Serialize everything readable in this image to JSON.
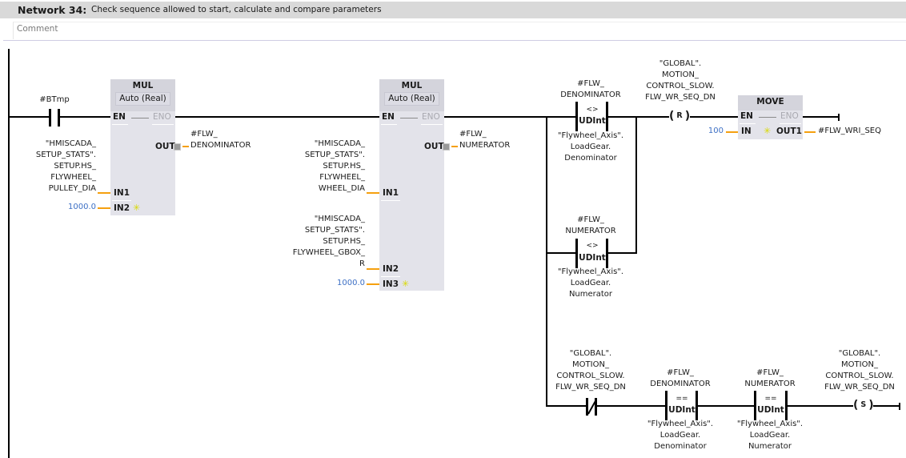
{
  "network": {
    "number_label": "Network 34:",
    "title": "Check sequence allowed to start, calculate and compare parameters",
    "comment_placeholder": "Comment"
  },
  "contact_btmp": {
    "operand": "#BTmp",
    "type": "normally-open"
  },
  "mul1": {
    "name": "MUL",
    "type": "Auto (Real)",
    "pins": {
      "en": "EN",
      "eno": "ENO",
      "out": "OUT",
      "in1": "IN1",
      "in2": "IN2"
    },
    "in1_operand": "\"HMISCADA_\nSETUP_STATS\".\nSETUP.HS_\nFLYWHEEL_\nPULLEY_DIA",
    "in2_value": "1000.0",
    "out_operand": "#FLW_\nDENOMINATOR"
  },
  "mul2": {
    "name": "MUL",
    "type": "Auto (Real)",
    "pins": {
      "en": "EN",
      "eno": "ENO",
      "out": "OUT",
      "in1": "IN1",
      "in2": "IN2",
      "in3": "IN3"
    },
    "in1_operand": "\"HMISCADA_\nSETUP_STATS\".\nSETUP.HS_\nFLYWHEEL_\nWHEEL_DIA",
    "in2_operand": "\"HMISCADA_\nSETUP_STATS\".\nSETUP.HS_\nFLYWHEEL_GBOX_\nR",
    "in3_value": "1000.0",
    "out_operand": "#FLW_\nNUMERATOR"
  },
  "cmp_ne_den": {
    "top_operand": "#FLW_\nDENOMINATOR",
    "operator": "<>",
    "datatype": "UDInt",
    "bottom_operand": "\"Flywheel_Axis\".\nLoadGear.\nDenominator"
  },
  "cmp_ne_num": {
    "top_operand": "#FLW_\nNUMERATOR",
    "operator": "<>",
    "datatype": "UDInt",
    "bottom_operand": "\"Flywheel_Axis\".\nLoadGear.\nNumerator"
  },
  "coil_reset": {
    "operand": "\"GLOBAL\".\nMOTION_\nCONTROL_SLOW.\nFLW_WR_SEQ_DN",
    "letter": "R"
  },
  "move": {
    "name": "MOVE",
    "pins": {
      "en": "EN",
      "eno": "ENO",
      "in": "IN",
      "out1": "OUT1"
    },
    "in_value": "100",
    "out1_operand": "#FLW_WRI_SEQ"
  },
  "contact_nc": {
    "operand": "\"GLOBAL\".\nMOTION_\nCONTROL_SLOW.\nFLW_WR_SEQ_DN",
    "type": "normally-closed"
  },
  "cmp_eq_den": {
    "top_operand": "#FLW_\nDENOMINATOR",
    "operator": "==",
    "datatype": "UDInt",
    "bottom_operand": "\"Flywheel_Axis\".\nLoadGear.\nDenominator"
  },
  "cmp_eq_num": {
    "top_operand": "#FLW_\nNUMERATOR",
    "operator": "==",
    "datatype": "UDInt",
    "bottom_operand": "\"Flywheel_Axis\".\nLoadGear.\nNumerator"
  },
  "coil_set": {
    "operand": "\"GLOBAL\".\nMOTION_\nCONTROL_SLOW.\nFLW_WR_SEQ_DN",
    "letter": "S"
  },
  "colors": {
    "wire": "#000000",
    "param_wire": "#f5a00f",
    "constant": "#3c6fc4",
    "box": "#e3e3ea",
    "header": "#d9d9d9"
  }
}
